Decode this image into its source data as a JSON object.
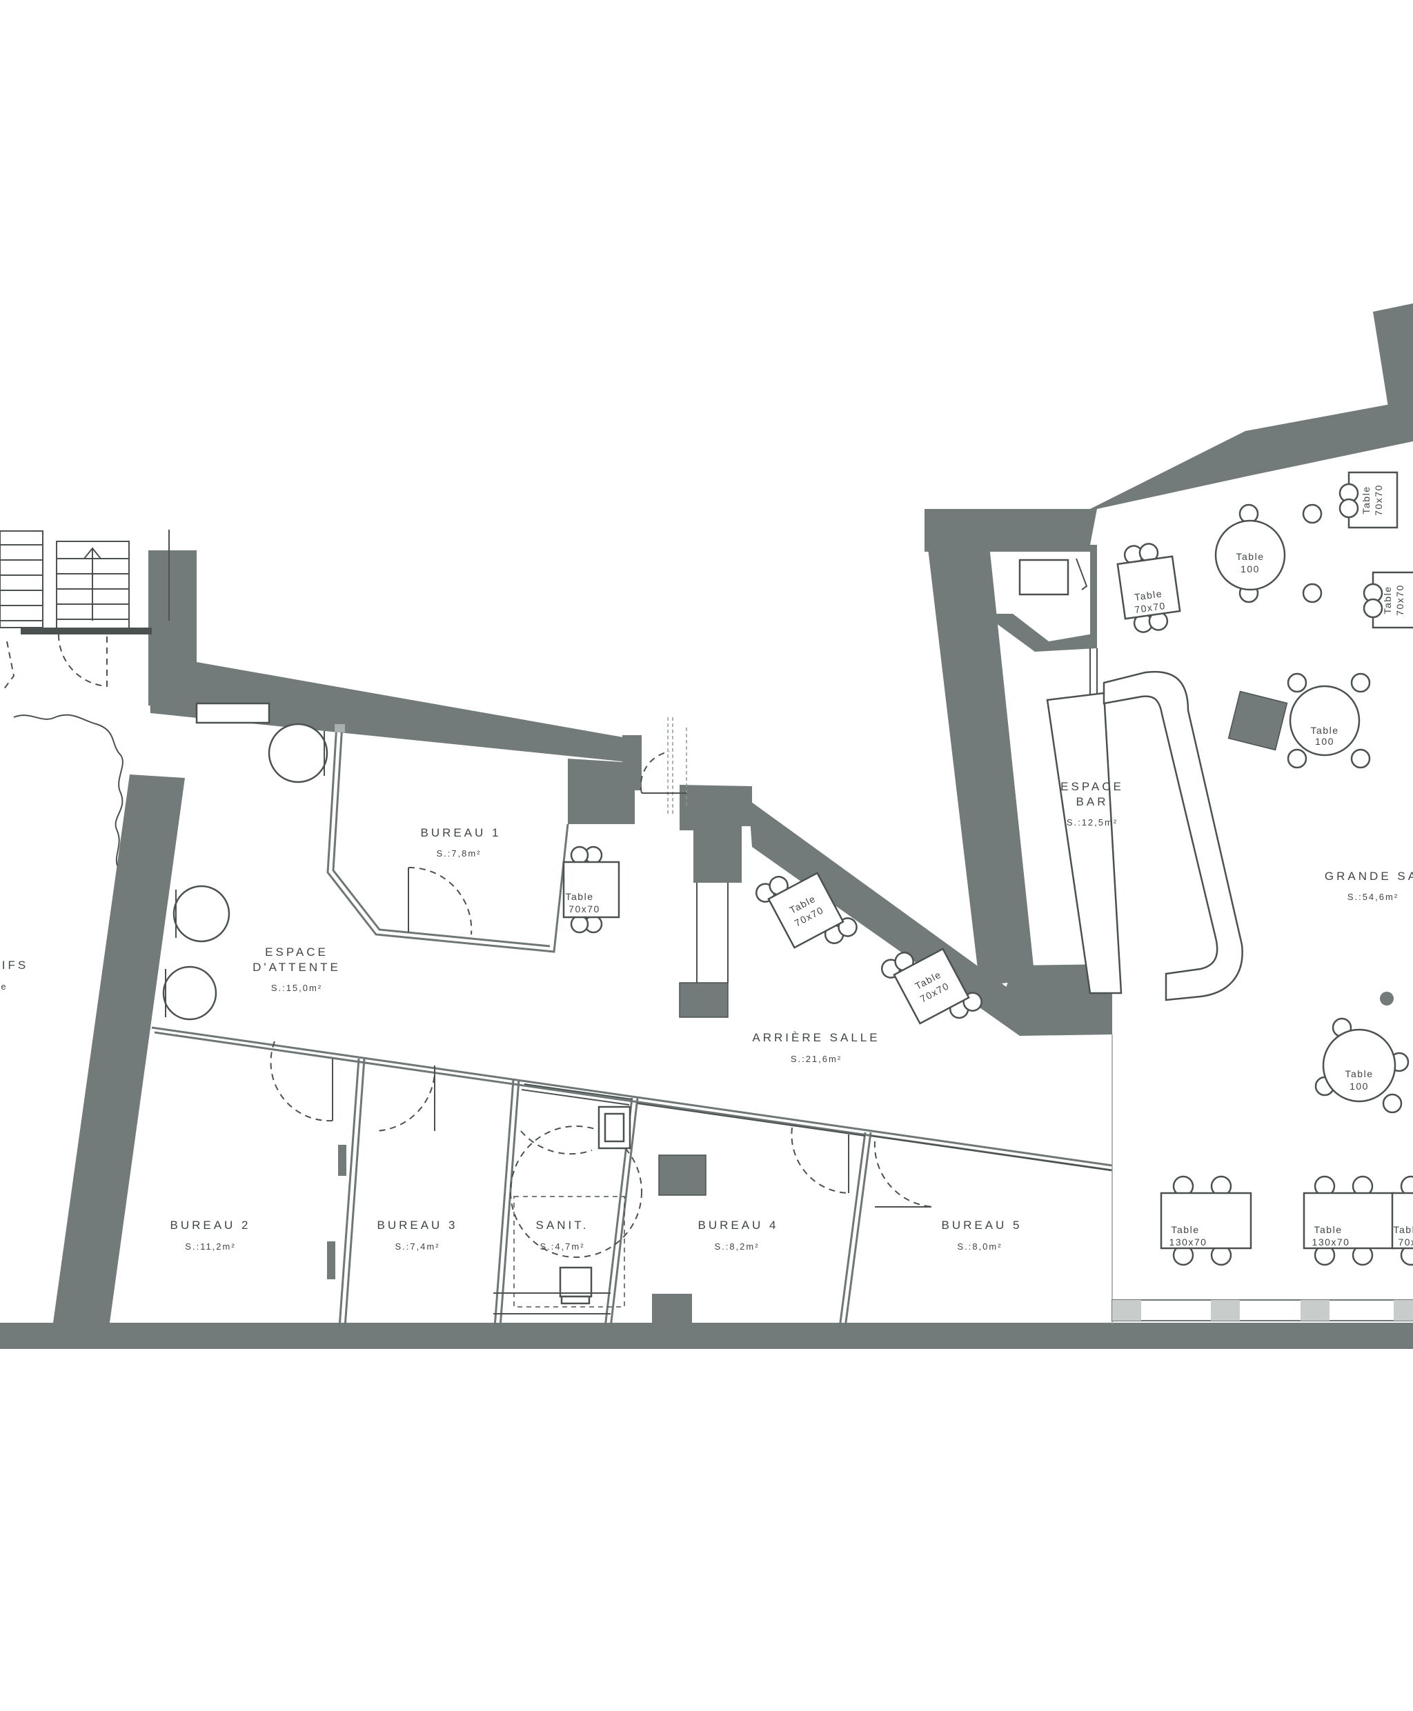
{
  "rooms": {
    "bureau1": {
      "name": "BUREAU 1",
      "area": "S.:7,8m²"
    },
    "espace_attente": {
      "name_line1": "ESPACE",
      "name_line2": "D'ATTENTE",
      "area": "S.:15,0m²"
    },
    "arriere_salle": {
      "name": "ARRIÈRE SALLE",
      "area": "S.:21,6m²"
    },
    "espace_bar": {
      "name_line1": "ESPACE",
      "name_line2": "BAR",
      "area": "S.:12,5m²"
    },
    "grande_salle": {
      "name": "GRANDE SA",
      "area": "S.:54,6m²"
    },
    "bureau2": {
      "name": "BUREAU 2",
      "area": "S.:11,2m²"
    },
    "bureau3": {
      "name": "BUREAU 3",
      "area": "S.:7,4m²"
    },
    "sanit": {
      "name": "SANIT.",
      "area": "S.:4,7m²"
    },
    "bureau4": {
      "name": "BUREAU 4",
      "area": "S.:8,2m²"
    },
    "bureau5": {
      "name": "BUREAU 5",
      "area": "S.:8,0m²"
    },
    "left_cut": {
      "name": "IFS",
      "area": "e"
    }
  },
  "tables": {
    "label": "Table",
    "size_70": "70x70",
    "size_100": "100",
    "size_130": "130x70",
    "size_cut": "70x"
  }
}
